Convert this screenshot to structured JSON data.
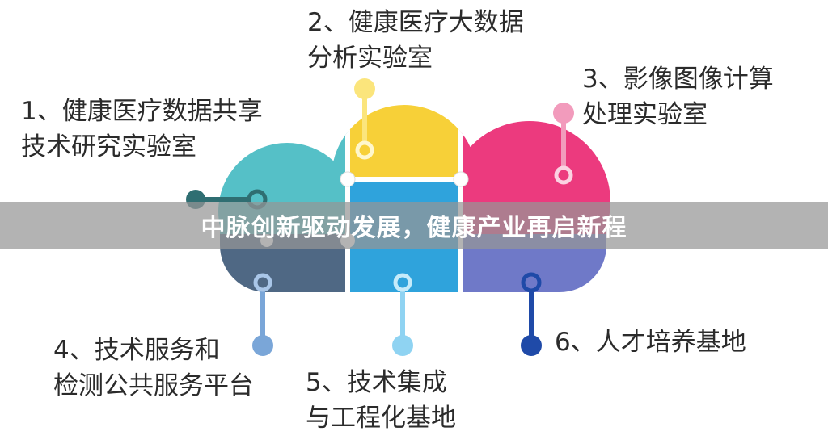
{
  "labels": {
    "item1": {
      "line1": "1、健康医疗数据共享",
      "line2": "技术研究实验室"
    },
    "item2": {
      "line1": "2、健康医疗大数据",
      "line2": "分析实验室"
    },
    "item3": {
      "line1": "3、影像图像计算",
      "line2": "处理实验室"
    },
    "item4": {
      "line1": "4、技术服务和",
      "line2": "检测公共服务平台"
    },
    "item5": {
      "line1": "5、技术集成",
      "line2": "与工程化基地"
    },
    "item6": {
      "line1": "6、人才培养基地"
    }
  },
  "banner": {
    "title": "中脉创新驱动发展，健康产业再启新程"
  },
  "colors": {
    "teal": "#55c0c7",
    "yellow": "#f7d038",
    "pink": "#ec3a7e",
    "slate": "#4f6884",
    "blue": "#2fa3dc",
    "purple": "#6f79c8",
    "text": "#2b2b2b"
  }
}
